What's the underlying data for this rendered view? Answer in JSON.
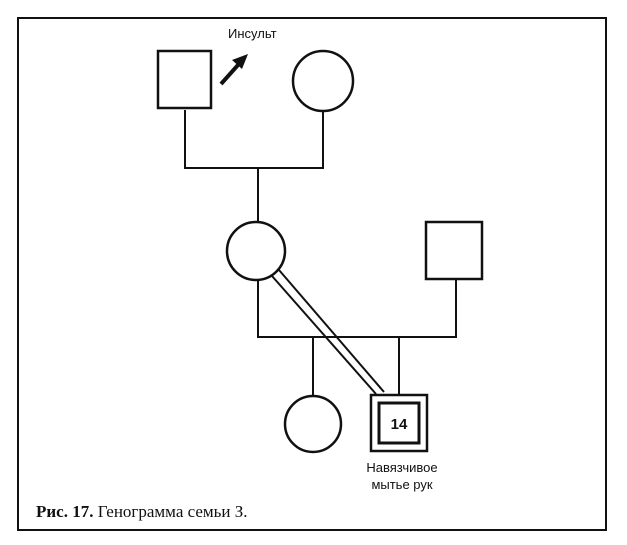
{
  "genogram": {
    "annotations": {
      "grandfather_note": "Инсульт",
      "index_age": "14",
      "index_note_line1": "Навязчивое",
      "index_note_line2": "мытье рук"
    }
  },
  "caption": {
    "label": "Рис. 17.",
    "text": "Генограмма семьи З."
  }
}
